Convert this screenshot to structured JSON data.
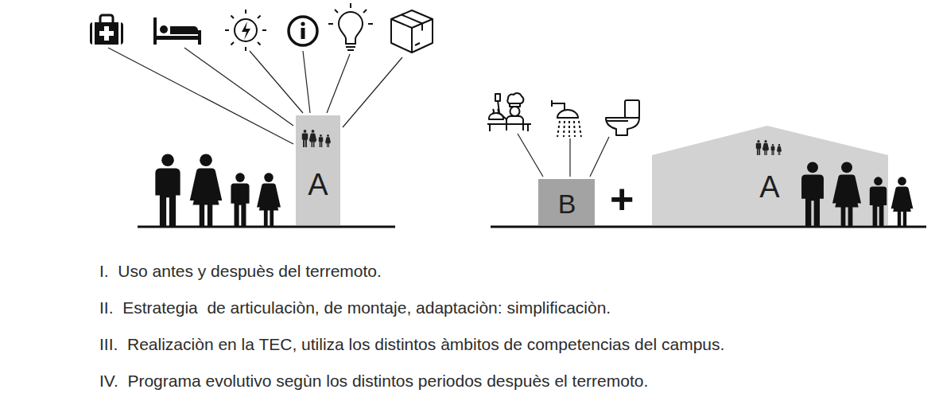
{
  "diagram": {
    "nodes": [
      {
        "text": [
          "A"
        ]
      },
      {
        "text": [
          "B"
        ]
      },
      {
        "text": [
          "A"
        ]
      }
    ],
    "labels": [
      "+",
      "I.  Uso antes y despuès del terremoto.",
      "II.  Estrategia  de articulaciòn, de montaje, adaptaciòn: simplificaciòn.",
      "III.  Realizaciòn en la TEC, utiliza los distintos àmbitos de competencias del campus.",
      "IV.  Programa evolutivo segùn los distintos periodos despuès el terremoto."
    ]
  }
}
